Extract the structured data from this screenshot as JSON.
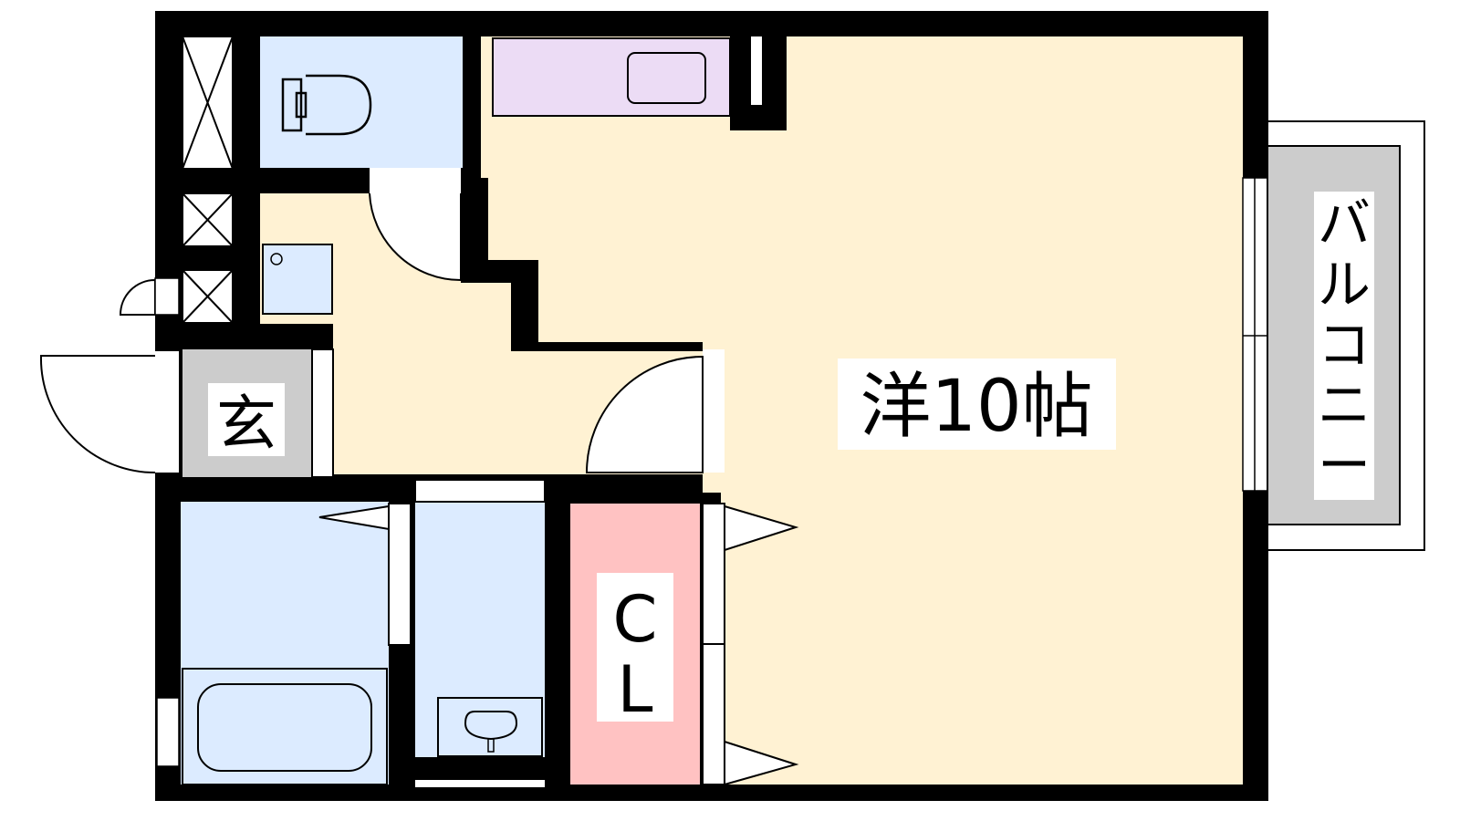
{
  "rooms": {
    "western": {
      "label": "洋10帖",
      "fill": "#fff2d3"
    },
    "entrance": {
      "label": "玄",
      "fill": "#cccccc"
    },
    "closet": {
      "label_line1": "C",
      "label_line2": "L",
      "fill": "#ffc2c2"
    },
    "balcony": {
      "label_chars": [
        "バ",
        "ル",
        "コ",
        "ニ",
        "ー"
      ],
      "fill": "#cccccc"
    },
    "toilet": {
      "fill": "#dcebff"
    },
    "bath": {
      "fill": "#dcebff"
    },
    "washroom": {
      "fill": "#dcebff"
    },
    "kitchen": {
      "fill": "#ecdcf5"
    }
  },
  "colors": {
    "wall": "#000000",
    "line": "#000000",
    "background": "#ffffff"
  }
}
